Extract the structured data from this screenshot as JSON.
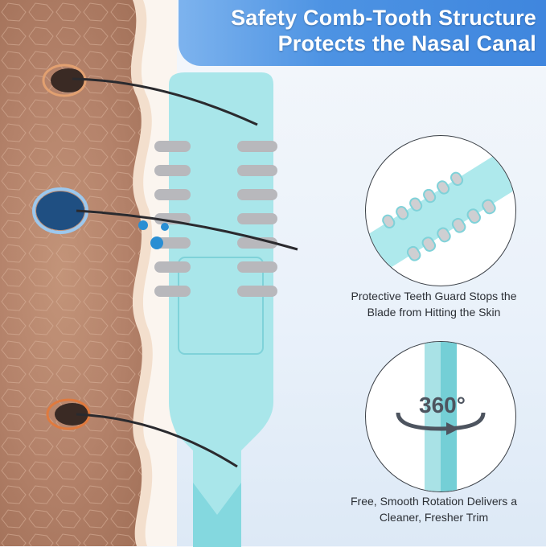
{
  "title": {
    "line1": "Safety Comb-Tooth Structure",
    "line2": "Protects the Nasal Canal"
  },
  "features": [
    {
      "icon": "comb-teeth-closeup-icon",
      "caption_line1": "Protective Teeth Guard Stops the",
      "caption_line2": "Blade from Hitting the Skin"
    },
    {
      "icon": "rotation-360-icon",
      "badge": "360°",
      "caption_line1": "Free, Smooth Rotation Delivers a",
      "caption_line2": "Cleaner, Fresher Trim"
    }
  ],
  "colors": {
    "banner": "#4d93e3",
    "trimmer": "#a9e6ea",
    "trimmer_dark": "#6fd0d8",
    "skin": "#b4826a",
    "text": "#2b2f35"
  }
}
